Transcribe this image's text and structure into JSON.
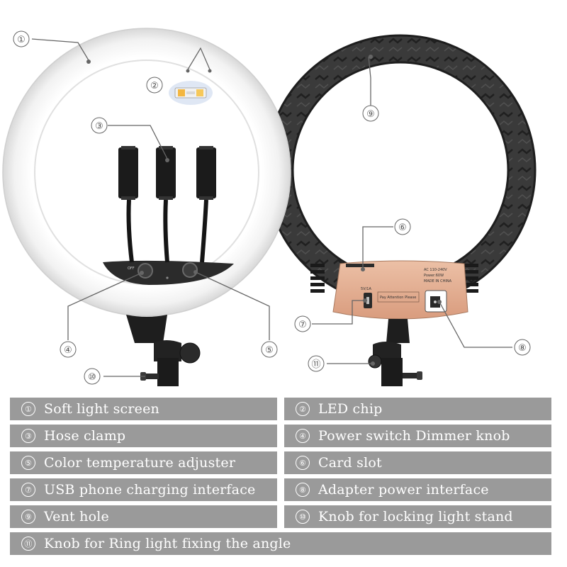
{
  "callouts": [
    "①",
    "②",
    "③",
    "④",
    "⑤",
    "⑥",
    "⑦",
    "⑧",
    "⑨",
    "⑩",
    "⑪"
  ],
  "legend": [
    {
      "num": "①",
      "label": "Soft light screen"
    },
    {
      "num": "②",
      "label": "LED chip"
    },
    {
      "num": "③",
      "label": "Hose clamp"
    },
    {
      "num": "④",
      "label": "Power switch Dimmer knob"
    },
    {
      "num": "⑤",
      "label": "Color temperature adjuster"
    },
    {
      "num": "⑥",
      "label": "Card slot"
    },
    {
      "num": "⑦",
      "label": "USB phone charging interface"
    },
    {
      "num": "⑧",
      "label": "Adapter power interface"
    },
    {
      "num": "⑨",
      "label": "Vent hole"
    },
    {
      "num": "⑩",
      "label": "Knob for locking light stand"
    },
    {
      "num": "⑪",
      "label": "Knob for Ring light fixing the angle"
    }
  ],
  "device_labels": {
    "left_switch": "OFF",
    "usb_port": "5V/1A",
    "panel_warning": "Pay Attention Please",
    "spec_line1": "AC 110-240V",
    "spec_line2": "Power:60W",
    "spec_line3": "MADE IN CHINA"
  },
  "colors": {
    "legend_bg": "#9a9a9a",
    "back_panel": "#e2ad8f",
    "ring_back": "#333333",
    "ring_front": "#f7f7f7"
  }
}
